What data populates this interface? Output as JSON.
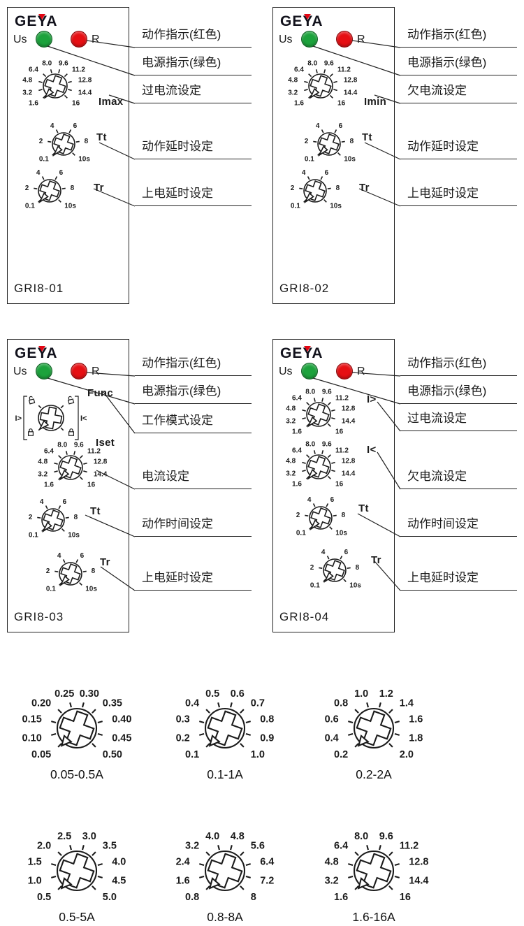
{
  "brand": {
    "logo_text": "GEYA",
    "logo_color": "#12121c",
    "logo_accent": "#e30613"
  },
  "colors": {
    "led_green": "#1ca23c",
    "led_red": "#e60f13",
    "line": "#222222"
  },
  "panels": [
    {
      "model": "GRI8-01",
      "leds": [
        {
          "label": "Us",
          "color": "#1ca23c"
        },
        {
          "label": "R",
          "color": "#e60f13"
        }
      ],
      "dials": [
        {
          "label": "Imax",
          "scale": [
            "1.6",
            "3.2",
            "4.8",
            "6.4",
            "8.0",
            "9.6",
            "11.2",
            "12.8",
            "14.4",
            "16"
          ]
        },
        {
          "label": "Tt",
          "scale": [
            "0.1",
            "2",
            "4",
            "6",
            "8",
            "10s"
          ]
        },
        {
          "label": "Tr",
          "scale": [
            "0.1",
            "2",
            "4",
            "6",
            "8",
            "10s"
          ]
        }
      ],
      "annotations": [
        "动作指示(红色)",
        "电源指示(绿色)",
        "过电流设定",
        "动作延时设定",
        "上电延时设定"
      ]
    },
    {
      "model": "GRI8-02",
      "leds": [
        {
          "label": "Us",
          "color": "#1ca23c"
        },
        {
          "label": "R",
          "color": "#e60f13"
        }
      ],
      "dials": [
        {
          "label": "Imin",
          "scale": [
            "1.6",
            "3.2",
            "4.8",
            "6.4",
            "8.0",
            "9.6",
            "11.2",
            "12.8",
            "14.4",
            "16"
          ]
        },
        {
          "label": "Tt",
          "scale": [
            "0.1",
            "2",
            "4",
            "6",
            "8",
            "10s"
          ]
        },
        {
          "label": "Tr",
          "scale": [
            "0.1",
            "2",
            "4",
            "6",
            "8",
            "10s"
          ]
        }
      ],
      "annotations": [
        "动作指示(红色)",
        "电源指示(绿色)",
        "欠电流设定",
        "动作延时设定",
        "上电延时设定"
      ]
    },
    {
      "model": "GRI8-03",
      "leds": [
        {
          "label": "Us",
          "color": "#1ca23c"
        },
        {
          "label": "R",
          "color": "#e60f13"
        }
      ],
      "dials": [
        {
          "label": "Func",
          "type": "func",
          "mode_labels": [
            "I>",
            "I<"
          ],
          "position_icons": [
            "unlock",
            "unlock",
            "lock",
            "lock"
          ]
        },
        {
          "label": "Iset",
          "scale": [
            "1.6",
            "3.2",
            "4.8",
            "6.4",
            "8.0",
            "9.6",
            "11.2",
            "12.8",
            "14.4",
            "16"
          ]
        },
        {
          "label": "Tt",
          "scale": [
            "0.1",
            "2",
            "4",
            "6",
            "8",
            "10s"
          ]
        },
        {
          "label": "Tr",
          "scale": [
            "0.1",
            "2",
            "4",
            "6",
            "8",
            "10s"
          ]
        }
      ],
      "annotations": [
        "动作指示(红色)",
        "电源指示(绿色)",
        "工作模式设定",
        "电流设定",
        "动作时间设定",
        "上电延时设定"
      ]
    },
    {
      "model": "GRI8-04",
      "leds": [
        {
          "label": "Us",
          "color": "#1ca23c"
        },
        {
          "label": "R",
          "color": "#e60f13"
        }
      ],
      "dials": [
        {
          "label": "I>",
          "scale": [
            "1.6",
            "3.2",
            "4.8",
            "6.4",
            "8.0",
            "9.6",
            "11.2",
            "12.8",
            "14.4",
            "16"
          ]
        },
        {
          "label": "I<",
          "scale": [
            "1.6",
            "3.2",
            "4.8",
            "6.4",
            "8.0",
            "9.6",
            "11.2",
            "12.8",
            "14.4",
            "16"
          ]
        },
        {
          "label": "Tt",
          "scale": [
            "0.1",
            "2",
            "4",
            "6",
            "8",
            "10s"
          ]
        },
        {
          "label": "Tr",
          "scale": [
            "0.1",
            "2",
            "4",
            "6",
            "8",
            "10s"
          ]
        }
      ],
      "annotations": [
        "动作指示(红色)",
        "电源指示(绿色)",
        "过电流设定",
        "欠电流设定",
        "动作时间设定",
        "上电延时设定"
      ]
    }
  ],
  "range_dials": [
    {
      "range": "0.05-0.5A",
      "scale": [
        "0.05",
        "0.10",
        "0.15",
        "0.20",
        "0.25",
        "0.30",
        "0.35",
        "0.40",
        "0.45",
        "0.50"
      ]
    },
    {
      "range": "0.1-1A",
      "scale": [
        "0.1",
        "0.2",
        "0.3",
        "0.4",
        "0.5",
        "0.6",
        "0.7",
        "0.8",
        "0.9",
        "1.0"
      ]
    },
    {
      "range": "0.2-2A",
      "scale": [
        "0.2",
        "0.4",
        "0.6",
        "0.8",
        "1.0",
        "1.2",
        "1.4",
        "1.6",
        "1.8",
        "2.0"
      ]
    },
    {
      "range": "0.5-5A",
      "scale": [
        "0.5",
        "1.0",
        "1.5",
        "2.0",
        "2.5",
        "3.0",
        "3.5",
        "4.0",
        "4.5",
        "5.0"
      ]
    },
    {
      "range": "0.8-8A",
      "scale": [
        "0.8",
        "1.6",
        "2.4",
        "3.2",
        "4.0",
        "4.8",
        "5.6",
        "6.4",
        "7.2",
        "8"
      ]
    },
    {
      "range": "1.6-16A",
      "scale": [
        "1.6",
        "3.2",
        "4.8",
        "6.4",
        "8.0",
        "9.6",
        "11.2",
        "12.8",
        "14.4",
        "16"
      ]
    }
  ]
}
